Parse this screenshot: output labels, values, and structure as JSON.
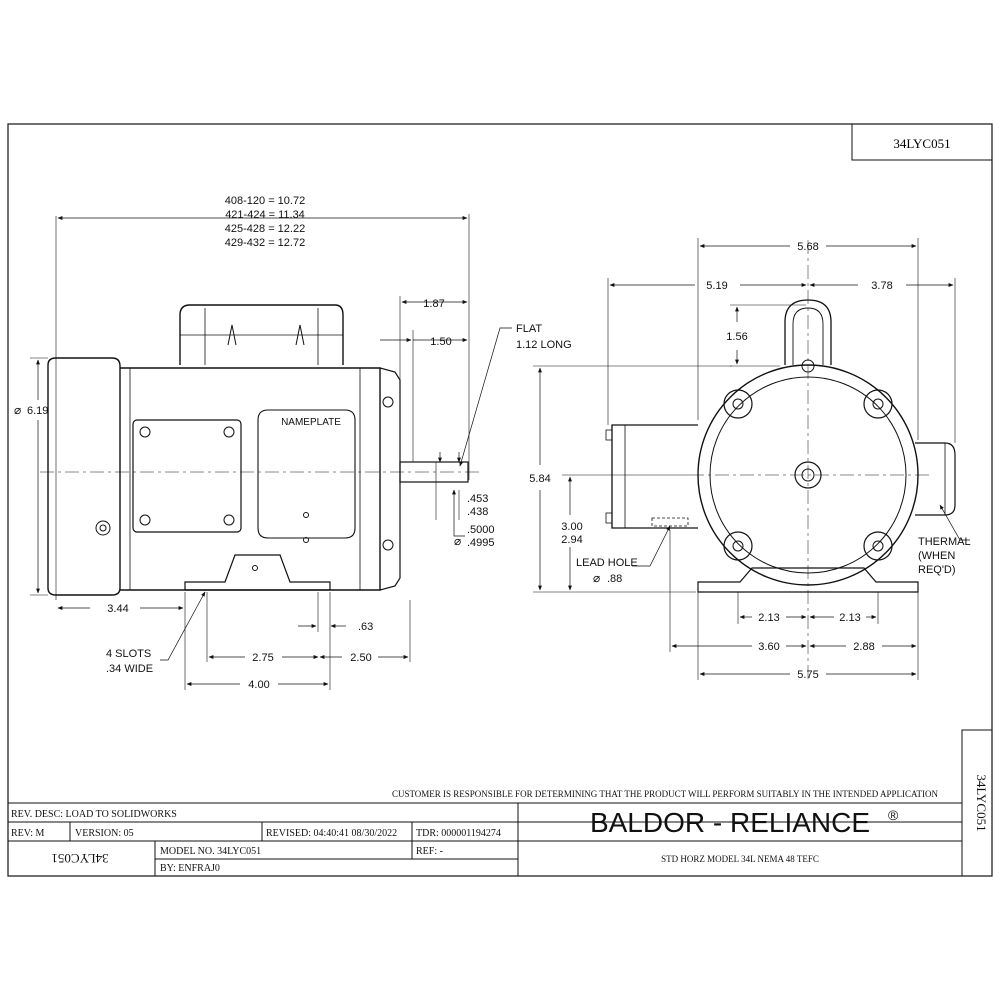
{
  "drawing": {
    "number_top": "34LYC051",
    "number_side": "34LYC051",
    "number_mirrored": "34LYC051"
  },
  "side_view": {
    "length_lines": [
      "408-120 = 10.72",
      "421-424 = 11.34",
      "425-428 = 12.22",
      "429-432 = 12.72"
    ],
    "dim_1_87": "1.87",
    "dim_1_50": "1.50",
    "flat_label": [
      "FLAT",
      "1.12 LONG"
    ],
    "dia_6_19": "6.19",
    "nameplate": "NAMEPLATE",
    "dim_453": ".453",
    "dim_438": ".438",
    "shaft_dia": [
      ".5000",
      ".4995"
    ],
    "dim_3_44": "3.44",
    "dim_63": ".63",
    "slots_label": [
      "4 SLOTS",
      ".34 WIDE"
    ],
    "dim_2_75": "2.75",
    "dim_2_50": "2.50",
    "dim_4_00": "4.00"
  },
  "end_view": {
    "dim_5_68": "5.68",
    "dim_5_19": "5.19",
    "dim_3_78": "3.78",
    "dim_1_56": "1.56",
    "dim_5_84": "5.84",
    "dim_3_00": "3.00",
    "dim_2_94": "2.94",
    "lead_hole": [
      "LEAD HOLE",
      ".88"
    ],
    "thermal": [
      "THERMAL",
      "(WHEN",
      "REQ'D)"
    ],
    "dim_2_13_left": "2.13",
    "dim_2_13_right": "2.13",
    "dim_3_60": "3.60",
    "dim_2_88": "2.88",
    "dim_5_75": "5.75"
  },
  "title_block": {
    "disclaimer": "CUSTOMER IS RESPONSIBLE FOR DETERMINING THAT THE PRODUCT WILL PERFORM SUITABLY IN THE INTENDED APPLICATION",
    "rev_desc": "REV. DESC: LOAD TO SOLIDWORKS",
    "rev": "REV:  M",
    "version": "VERSION: 05",
    "revised": "REVISED: 04:40:41 08/30/2022",
    "tdr": "TDR: 000001194274",
    "model_no": "MODEL NO.  34LYC051",
    "ref": "REF:  -",
    "by": "BY:    ENFRAJ0",
    "company": "BALDOR - RELIANCE",
    "registered": "®",
    "description": "STD HORZ MODEL 34L NEMA 48 TEFC"
  }
}
